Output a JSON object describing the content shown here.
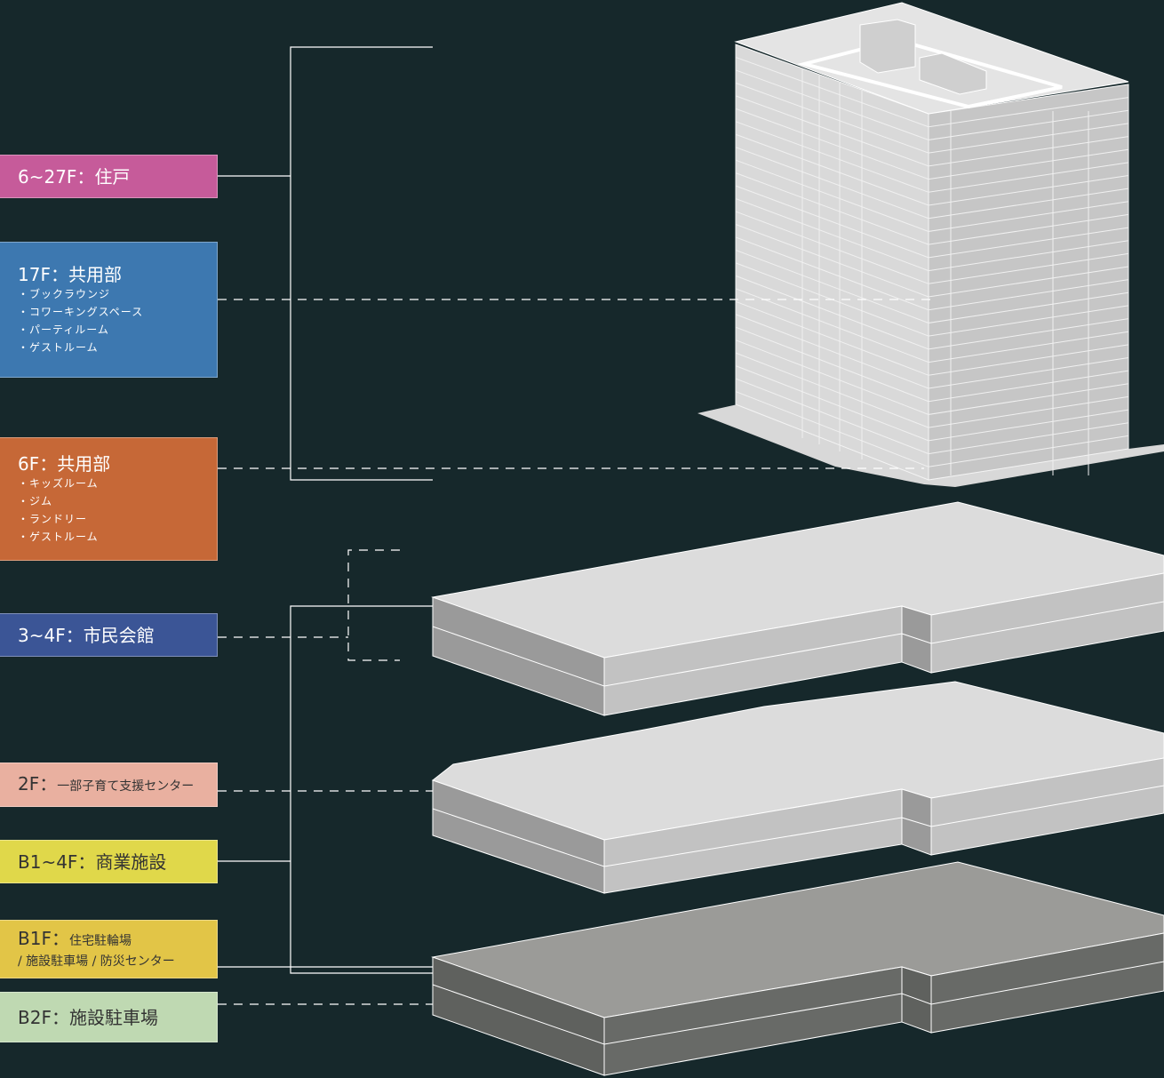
{
  "labels": [
    {
      "floor": "6~27F：",
      "name": "住戸",
      "color": "#c65b9a"
    },
    {
      "floor": "17F：",
      "name": "共用部",
      "color": "#3d78b0",
      "items": [
        "・ブックラウンジ",
        "・コワーキングスペース",
        "・パーティルーム",
        "・ゲストルーム"
      ]
    },
    {
      "floor": "6F：",
      "name": "共用部",
      "color": "#c66837",
      "items": [
        "・キッズルーム",
        "・ジム",
        "・ランドリー",
        "・ゲストルーム"
      ]
    },
    {
      "floor": "3~4F：",
      "name": "市民会館",
      "color": "#3b5596"
    },
    {
      "floor": "2F：",
      "name": "一部子育て支援センター",
      "color": "#e9b0a0"
    },
    {
      "floor": "B1~4F：",
      "name": "商業施設",
      "color": "#e0d84a"
    },
    {
      "floor": "B1F：",
      "name": "住宅駐輪場",
      "line2": "/ 施設駐車場 / 防災センター",
      "color": "#e2c547"
    },
    {
      "floor": "B2F：",
      "name": "施設駐車場",
      "color": "#bfd9b2"
    }
  ],
  "background": "#16282b"
}
